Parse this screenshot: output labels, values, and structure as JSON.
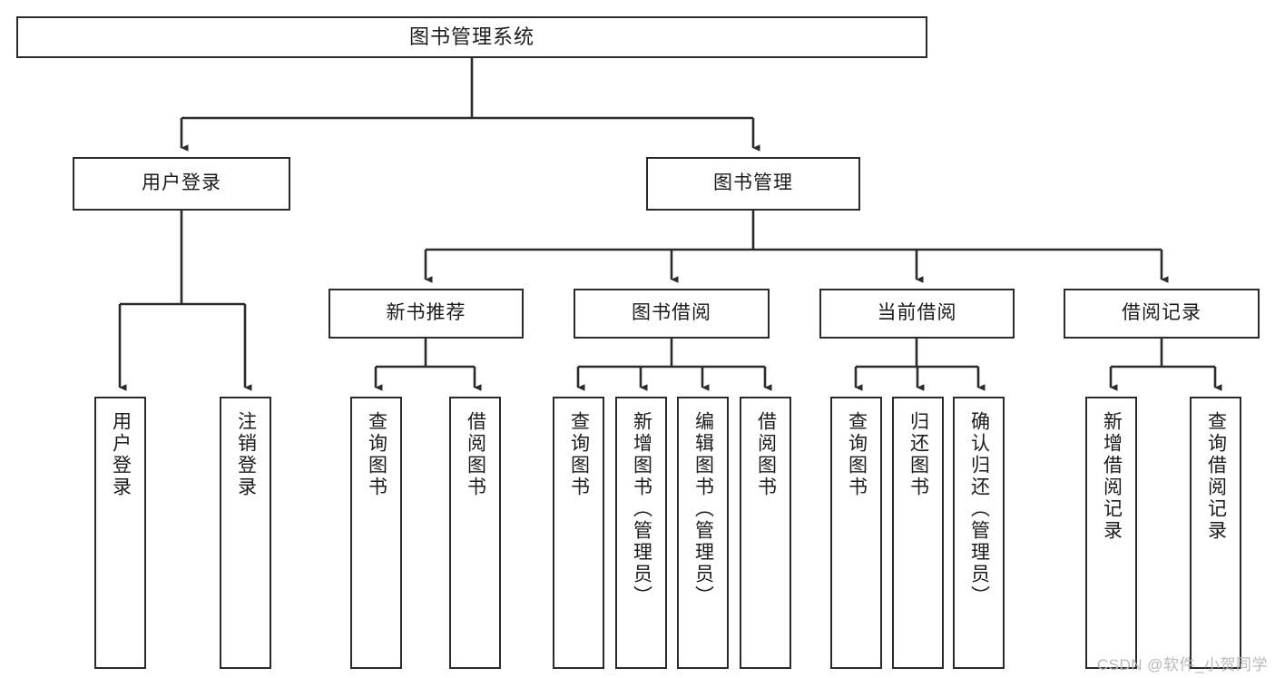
{
  "diagram": {
    "type": "tree-hierarchy",
    "title": "图书管理系统",
    "orientation": "top-down",
    "colors": {
      "box_border": "#2b2b2b",
      "box_fill": "#ffffff",
      "connector": "#2b2b2b",
      "text": "#1b1b1b",
      "watermark": "#b9b9b9"
    }
  },
  "root": {
    "label": "图书管理系统"
  },
  "level2": [
    {
      "label": "用户登录"
    },
    {
      "label": "图书管理"
    }
  ],
  "level3": [
    {
      "label": "新书推荐"
    },
    {
      "label": "图书借阅"
    },
    {
      "label": "当前借阅"
    },
    {
      "label": "借阅记录"
    }
  ],
  "leaves": {
    "user_login": [
      {
        "label": "用户登录"
      },
      {
        "label": "注销登录"
      }
    ],
    "new_book_recommend": [
      {
        "label": "查询图书"
      },
      {
        "label": "借阅图书"
      }
    ],
    "book_borrow": [
      {
        "label": "查询图书"
      },
      {
        "label": "新增图书（管理员）"
      },
      {
        "label": "编辑图书（管理员）"
      },
      {
        "label": "借阅图书"
      }
    ],
    "current_borrow": [
      {
        "label": "查询图书"
      },
      {
        "label": "归还图书"
      },
      {
        "label": "确认归还（管理员）"
      }
    ],
    "borrow_record": [
      {
        "label": "新增借阅记录"
      },
      {
        "label": "查询借阅记录"
      }
    ]
  },
  "watermark": {
    "text": "CSDN @软件_小贺同学"
  }
}
